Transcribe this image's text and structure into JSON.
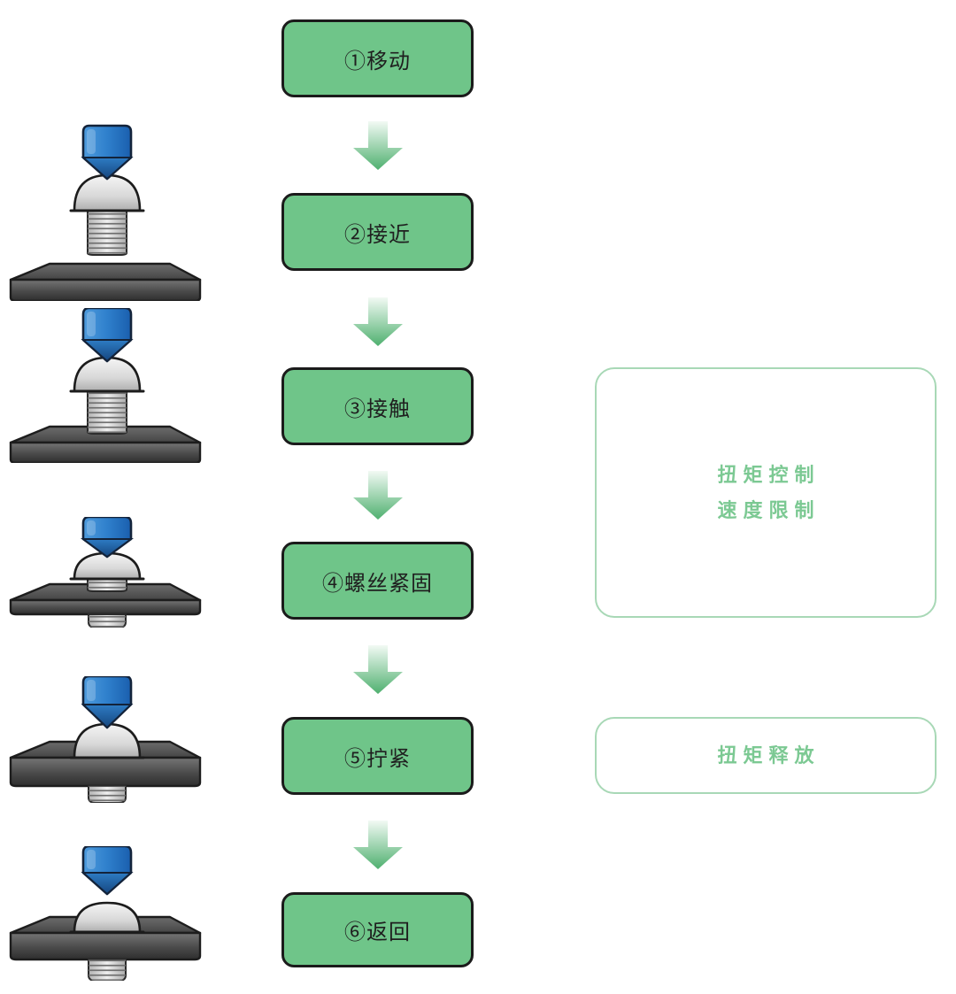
{
  "flow": {
    "steps": [
      {
        "label": "①移动"
      },
      {
        "label": "②接近"
      },
      {
        "label": "③接触"
      },
      {
        "label": "④螺丝紧固"
      },
      {
        "label": "⑤拧紧"
      },
      {
        "label": "⑥返回"
      }
    ]
  },
  "annotations": {
    "torque_control": {
      "line1": "扭矩控制",
      "line2": "速度限制"
    },
    "torque_release": {
      "label": "扭矩释放"
    }
  },
  "illustrations": [
    {
      "name": "screwdriver-bit-and-screw-above-plate"
    },
    {
      "name": "screwdriver-bit-and-screw-touching-plate"
    },
    {
      "name": "screw-partially-driven-into-plate"
    },
    {
      "name": "screw-head-seated-on-plate"
    },
    {
      "name": "bit-retracted-screw-fastened"
    }
  ],
  "colors": {
    "step_box_fill": "#6fc589",
    "step_box_border": "#1b1b1b",
    "arrow_green": "#4fb06f",
    "annotation_border": "#a8d8b6",
    "annotation_text": "#7cc993",
    "bit_blue": "#2f80cc",
    "screw_silver": "#d8d8d8",
    "plate_gray": "#4a4a4a"
  }
}
